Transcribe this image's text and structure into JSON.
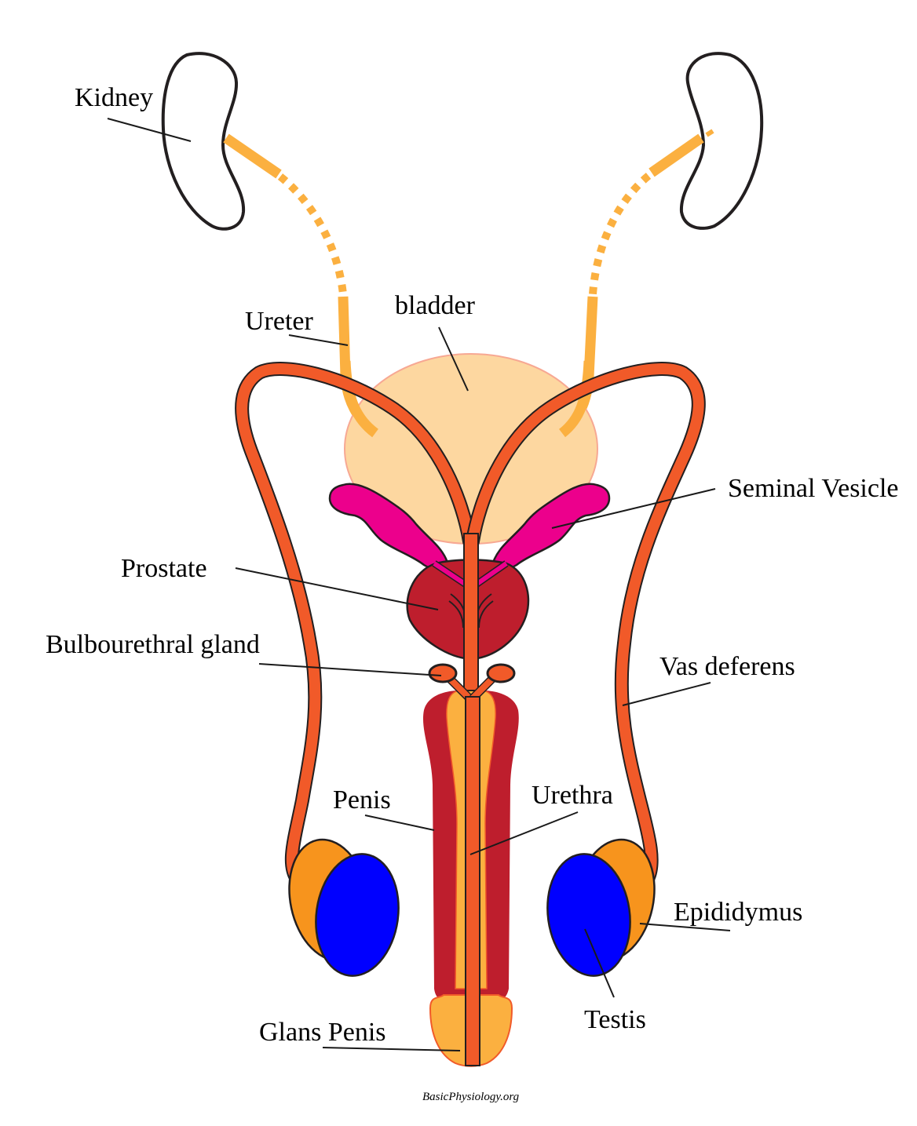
{
  "diagram": {
    "title": "Male reproductive and urinary system",
    "labels": {
      "kidney": "Kidney",
      "ureter": "Ureter",
      "bladder": "bladder",
      "seminal_vesicle": "Seminal Vesicle",
      "prostate": "Prostate",
      "bulbourethral_gland": "Bulbourethral gland",
      "vas_deferens": "Vas deferens",
      "penis": "Penis",
      "urethra": "Urethra",
      "epididymus": "Epididymus",
      "testis": "Testis",
      "glans_penis": "Glans Penis"
    },
    "credit": "BasicPhysiology.org"
  },
  "colors": {
    "kidney_outline": "#231f20",
    "ureter": "#fbb040",
    "bladder": "#fdd7a0",
    "bladder_outline": "#f7a893",
    "vas_deferens": "#f15a29",
    "seminal_vesicle": "#ec008c",
    "prostate": "#be1e2d",
    "corpus": "#be1e2d",
    "spongiosum": "#fbb040",
    "epididymus": "#f7941d",
    "testis": "#0000ff",
    "outline": "#231f20"
  }
}
